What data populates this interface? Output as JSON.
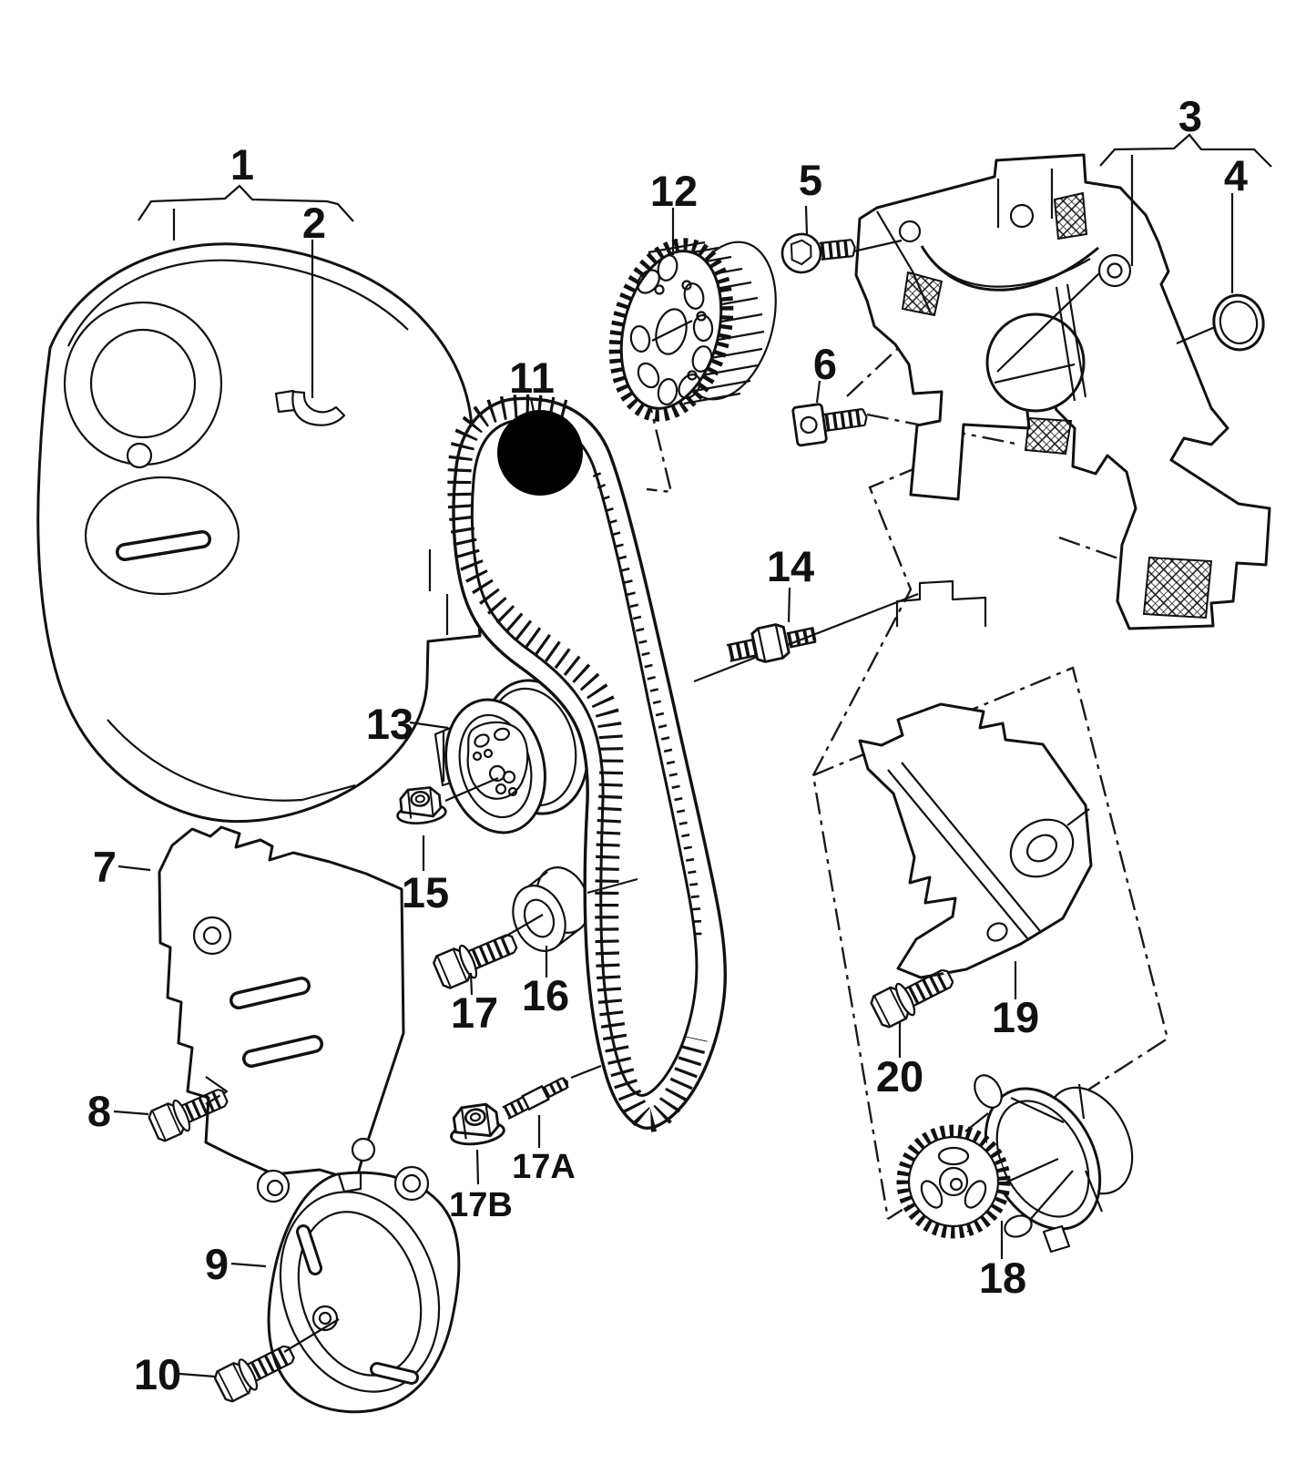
{
  "diagram": {
    "type": "exploded-parts-diagram",
    "subject": "timing-belt-drive",
    "colors": {
      "background": "#ffffff",
      "line": "#111111",
      "highlight_marker": "#000000"
    },
    "highlighted_part": "11",
    "part_labels": {
      "p1": "1",
      "p2": "2",
      "p3": "3",
      "p4": "4",
      "p5": "5",
      "p6": "6",
      "p7": "7",
      "p8": "8",
      "p9": "9",
      "p10": "10",
      "p11": "11",
      "p12": "12",
      "p13": "13",
      "p14": "14",
      "p15": "15",
      "p16": "16",
      "p17": "17",
      "p17a": "17A",
      "p17b": "17B",
      "p18": "18",
      "p19": "19",
      "p20": "20"
    }
  }
}
